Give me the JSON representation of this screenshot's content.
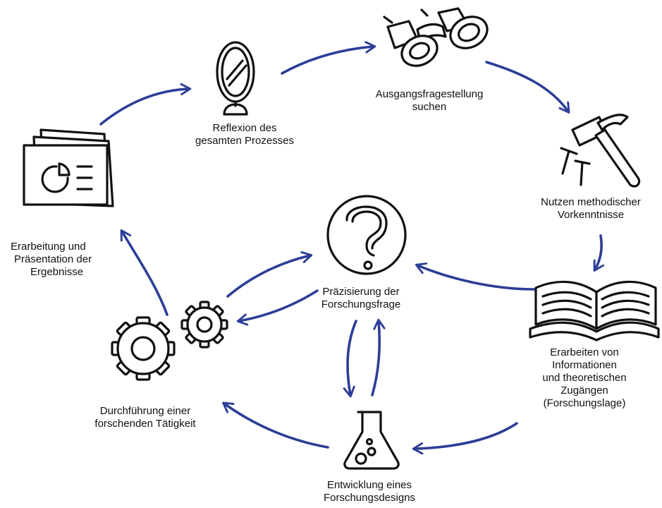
{
  "nodes": {
    "reflexion": {
      "icon": "mirror-icon",
      "lines": [
        "Reflexion des",
        "gesamten Prozesses"
      ]
    },
    "ausgangsfrage": {
      "icon": "binoculars-icon",
      "lines": [
        "Ausgangsfragestellung",
        "suchen"
      ]
    },
    "methodisch": {
      "icon": "hammer-nails-icon",
      "lines": [
        "Nutzen methodischer",
        "Vorkenntnisse"
      ]
    },
    "informationen": {
      "icon": "open-book-icon",
      "lines": [
        "Erarbeiten von",
        "Informationen",
        "und theoretischen",
        "Zugängen",
        "(Forschungslage)"
      ]
    },
    "design": {
      "icon": "flask-icon",
      "lines": [
        "Entwicklung eines",
        "Forschungsdesigns"
      ]
    },
    "durchfuehrung": {
      "icon": "gears-icon",
      "lines": [
        "Durchführung einer",
        "forschenden Tätigkeit"
      ]
    },
    "praesentation": {
      "icon": "presentation-slides-icon",
      "lines": [
        "Erarbeitung und",
        "Präsentation der",
        "Ergebnisse"
      ]
    },
    "praezisierung": {
      "icon": "question-mark-icon",
      "lines": [
        "Präzisierung der",
        "Forschungsfrage"
      ]
    }
  },
  "colors": {
    "arrow": "#2c3e96",
    "ink": "#111111"
  }
}
